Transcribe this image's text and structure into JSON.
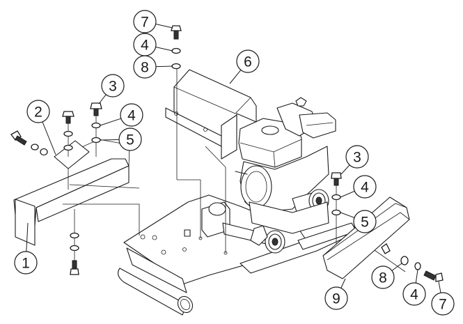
{
  "diagram": {
    "title": "Exploded parts view - engine mount assembly",
    "colors": {
      "line": "#1a1a1a",
      "background": "#ffffff"
    },
    "callouts": [
      {
        "id": "c7-top",
        "label": "7"
      },
      {
        "id": "c4-top",
        "label": "4"
      },
      {
        "id": "c8-top",
        "label": "8"
      },
      {
        "id": "c6",
        "label": "6"
      },
      {
        "id": "c3-left",
        "label": "3"
      },
      {
        "id": "c2",
        "label": "2"
      },
      {
        "id": "c4-left",
        "label": "4"
      },
      {
        "id": "c5-left",
        "label": "5"
      },
      {
        "id": "c1",
        "label": "1"
      },
      {
        "id": "c3-right",
        "label": "3"
      },
      {
        "id": "c4-right",
        "label": "4"
      },
      {
        "id": "c5-right",
        "label": "5"
      },
      {
        "id": "c9",
        "label": "9"
      },
      {
        "id": "c8-bottom",
        "label": "8"
      },
      {
        "id": "c4-bottom",
        "label": "4"
      },
      {
        "id": "c7-bottom",
        "label": "7"
      }
    ]
  }
}
